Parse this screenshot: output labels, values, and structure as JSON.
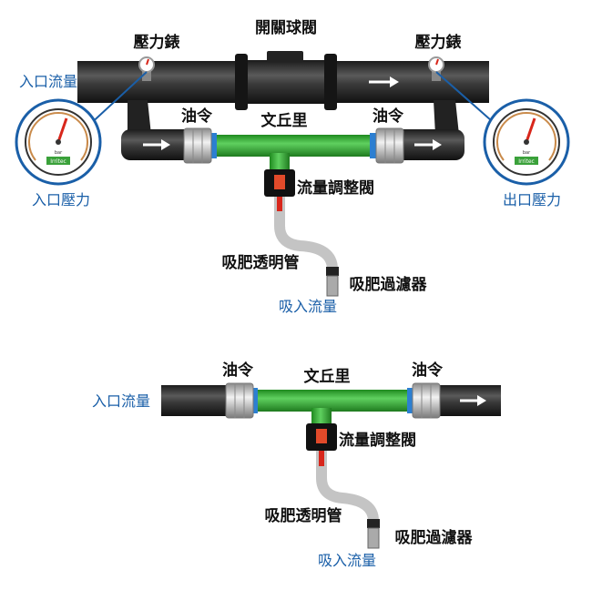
{
  "diagram_top": {
    "pressure_gauge_left": "壓力錶",
    "ball_valve": "開關球閥",
    "pressure_gauge_right": "壓力錶",
    "inlet_flow": "入口流量",
    "inlet_pressure": "入口壓力",
    "outlet_pressure": "出口壓力",
    "union_left": "油令",
    "union_right": "油令",
    "venturi": "文丘里",
    "flow_valve": "流量調整閥",
    "suction_tube": "吸肥透明管",
    "suction_filter": "吸肥過濾器",
    "suction_flow": "吸入流量"
  },
  "diagram_bottom": {
    "union_left": "油令",
    "venturi": "文丘里",
    "union_right": "油令",
    "inlet_flow": "入口流量",
    "flow_valve": "流量調整閥",
    "suction_tube": "吸肥透明管",
    "suction_filter": "吸肥過濾器",
    "suction_flow": "吸入流量"
  },
  "gauge": {
    "brand": "Irritec",
    "unit": "bar"
  },
  "colors": {
    "pipe": "#2a2a2a",
    "venturi_green": "#2fae2f",
    "label_blue": "#1a5fa8",
    "needle_red": "#d8261b",
    "tube_gray": "#c4c4c4"
  }
}
